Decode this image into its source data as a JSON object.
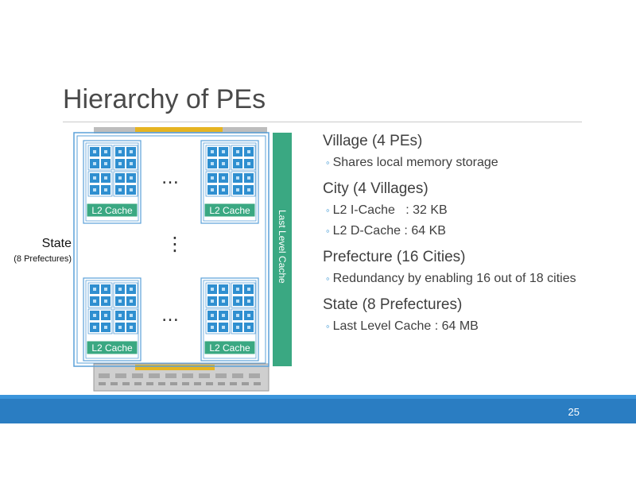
{
  "slide": {
    "title": "Hierarchy of PEs",
    "page_number": "25"
  },
  "diagram": {
    "l2_label": "L2 Cache",
    "llc_label": "Last Level Cache",
    "ellipsis_h": "…",
    "ellipsis_v": "⋮",
    "state_label": "State",
    "state_sub": "(8 Prefectures)"
  },
  "bullets": [
    {
      "heading": "Village (4 PEs)",
      "items": [
        "Shares local memory storage"
      ]
    },
    {
      "heading": "City (4 Villages)",
      "items": [
        "L2 I-Cache   : 32 KB",
        "L2 D-Cache : 64 KB"
      ]
    },
    {
      "heading": "Prefecture (16 Cities)",
      "items": [
        "Redundancy by enabling 16 out of 18 cities"
      ]
    },
    {
      "heading": "State (8 Prefectures)",
      "items": [
        "Last Level Cache : 64 MB"
      ]
    }
  ],
  "colors": {
    "accent_blue": "#2a7dc2",
    "pe_blue": "#2f8fd0",
    "cache_green": "#3aa882",
    "chip_gold": "#e6b422"
  }
}
